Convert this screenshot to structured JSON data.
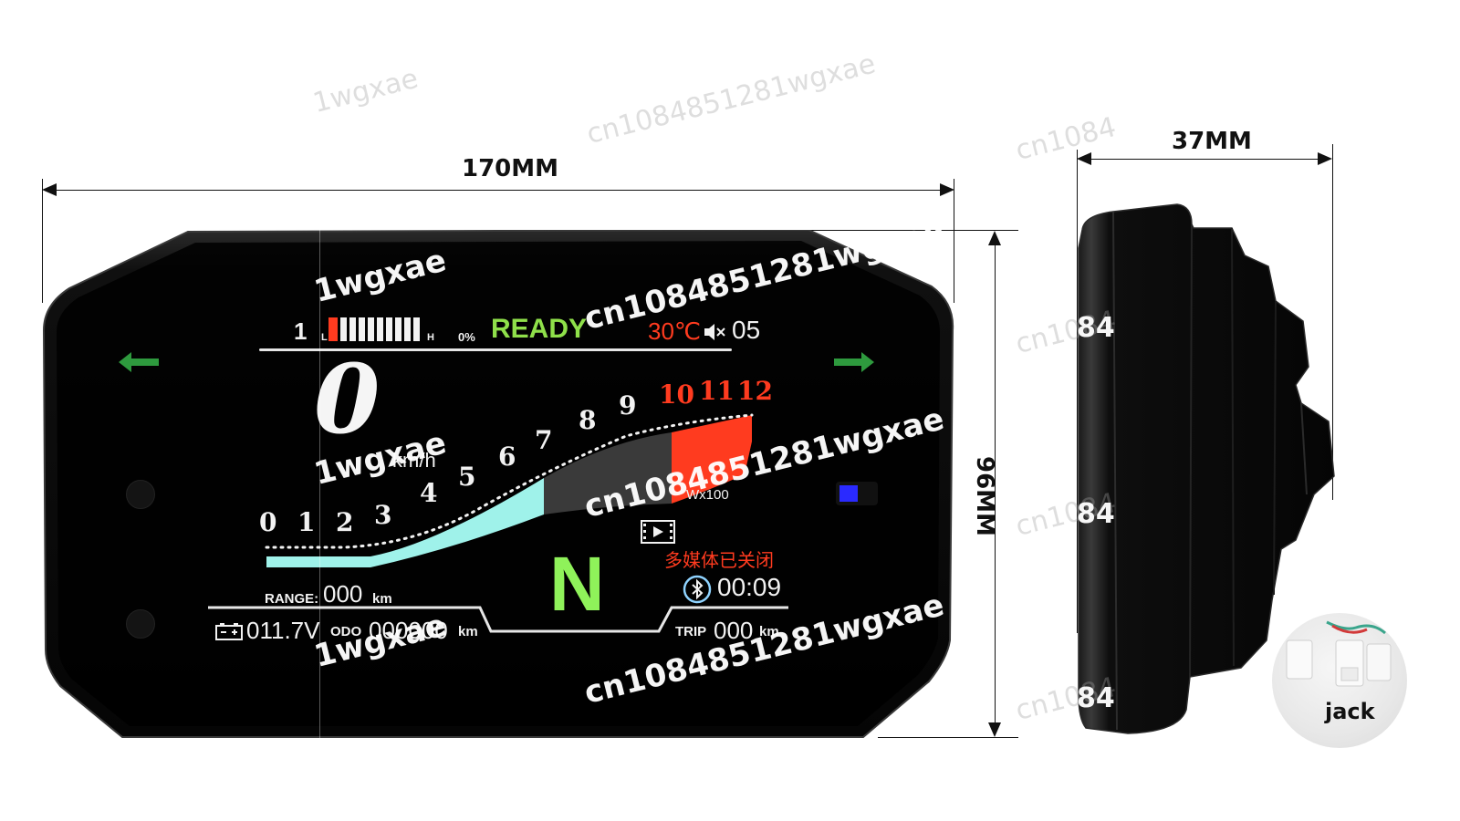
{
  "dimensions": {
    "width": "170MM",
    "height": "96MM",
    "depth": "37MM"
  },
  "display": {
    "gear_number": "1",
    "fuel_low": "L",
    "fuel_high": "H",
    "fuel_percent": "0%",
    "status": "READY",
    "temperature": "30℃",
    "volume": "05",
    "speed": "0",
    "speed_unit": "km/h",
    "rpm_ticks_white": [
      "0",
      "1",
      "2",
      "3",
      "4",
      "5",
      "6",
      "7",
      "8",
      "9"
    ],
    "rpm_ticks_red": [
      "10",
      "11",
      "12"
    ],
    "rpm_multiplier": "Wx100",
    "gear": "N",
    "media_status": "多媒体已关闭",
    "bt_time": "00:09",
    "range_label": "RANGE:",
    "range_value": "000",
    "range_unit": "km",
    "voltage": "011.7V",
    "odo_label": "ODO",
    "odo_value": "000000",
    "odo_unit": "km",
    "trip_label": "TRIP",
    "trip_value": "000",
    "trip_unit": "km"
  },
  "jack_label": "jack",
  "watermark_text": "cn1084851281wgxae",
  "colors": {
    "ready_green": "#8fe04a",
    "red": "#ff3b1f",
    "cyan": "#9ff2ea",
    "gear_green": "#8ff25a",
    "arrow_green": "#2e9a3e",
    "blue": "#2a2aff"
  }
}
